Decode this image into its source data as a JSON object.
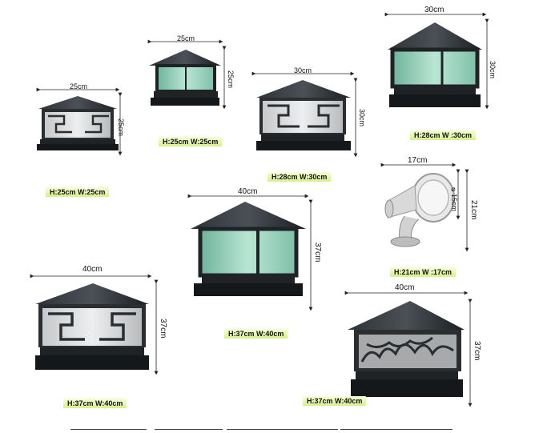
{
  "lamps": [
    {
      "name": "lamp-1",
      "width_label": "25cm",
      "height_label": "25cm",
      "caption": "H:25cm  W:25cm"
    },
    {
      "name": "lamp-2",
      "width_label": "25cm",
      "height_label": "25cm",
      "caption": "H:25cm  W:25cm"
    },
    {
      "name": "lamp-3",
      "width_label": "30cm",
      "height_label": "30cm",
      "caption": "H:28cm  W:30cm"
    },
    {
      "name": "lamp-4",
      "width_label": "30cm",
      "height_label": "30cm",
      "caption": "H:28cm  W :30cm"
    },
    {
      "name": "spotlight",
      "width_label": "17cm",
      "diameter_label": "⌀15cm",
      "height_label": "21cm",
      "caption": "H:21cm  W :17cm"
    },
    {
      "name": "lamp-6",
      "width_label": "40cm",
      "height_label": "37cm",
      "caption": "H:37cm  W:40cm"
    },
    {
      "name": "lamp-7",
      "width_label": "40cm",
      "height_label": "37cm",
      "caption": "H:37cm  W:40cm"
    },
    {
      "name": "lamp-8",
      "width_label": "40cm",
      "height_label": "37cm",
      "caption": "H:37cm  W:40cm"
    }
  ],
  "colors": {
    "frame": "#1f2326",
    "glass_green": "#9fd4bf",
    "glass_frost": "#d9dbdc",
    "caption_bg": "#d7ef8c"
  }
}
